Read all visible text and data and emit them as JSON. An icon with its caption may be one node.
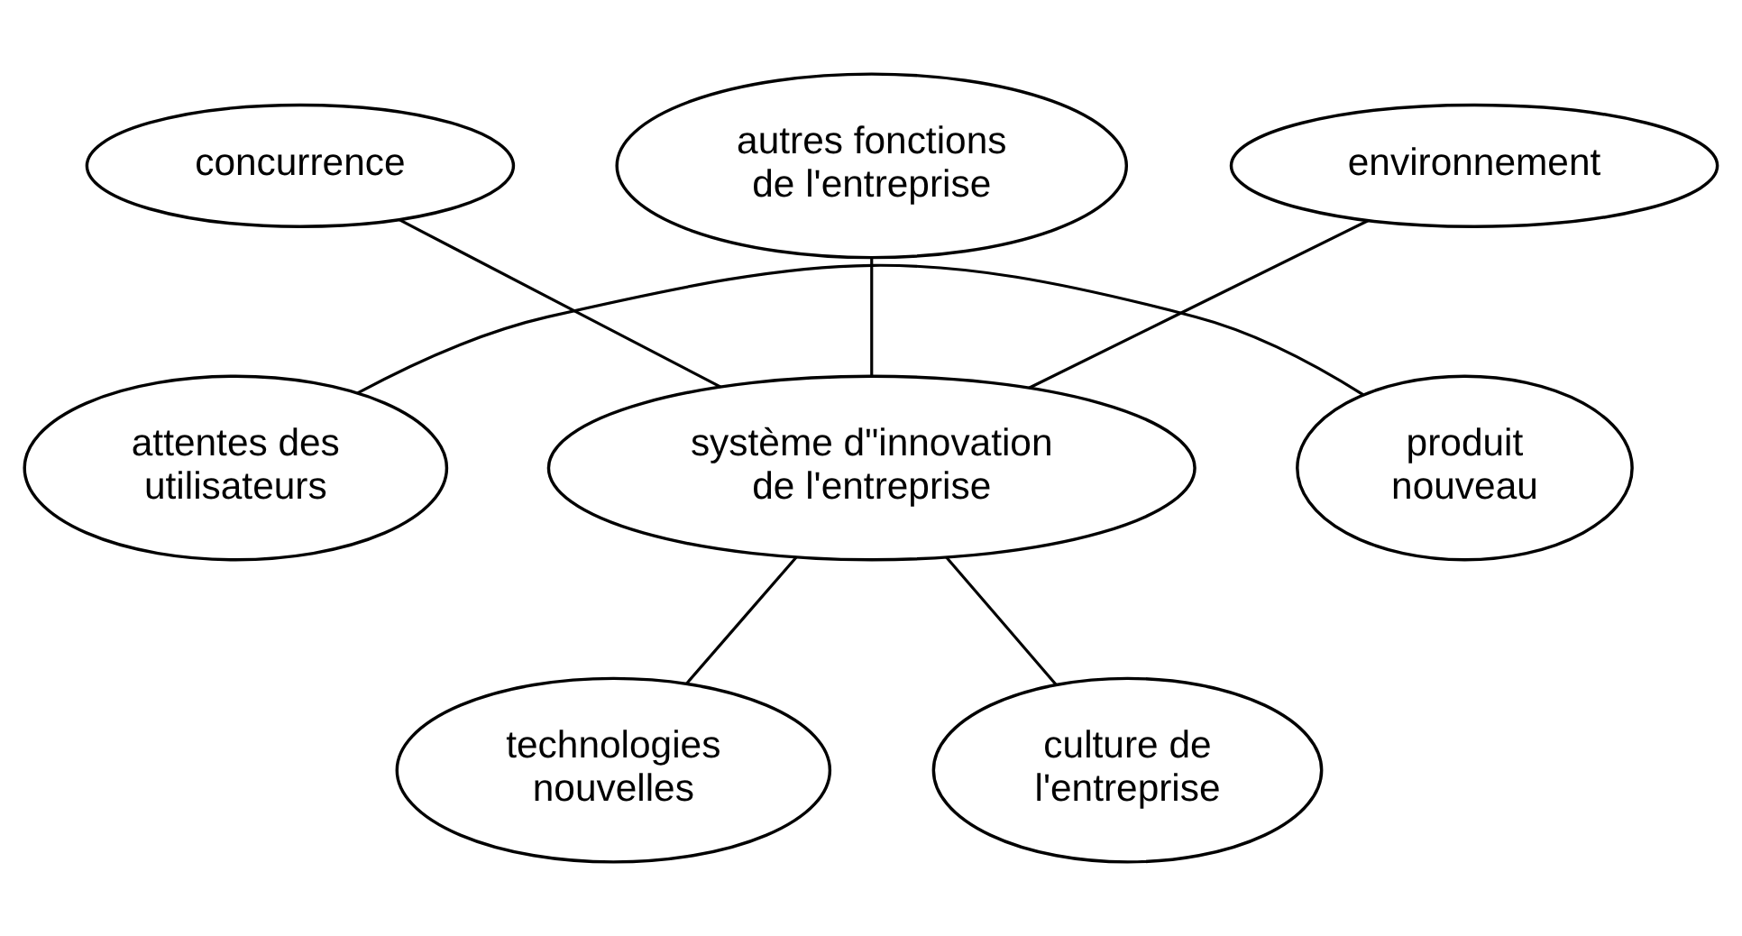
{
  "diagram": {
    "nodes": [
      {
        "text": [
          "autres fonctions de l'entreprise"
        ]
      },
      {
        "text": [
          "concurrence"
        ]
      },
      {
        "text": [
          "environnement"
        ]
      },
      {
        "text": [
          "attentes des utilisateurs"
        ]
      },
      {
        "text": [
          "système d\"innovation de l'entreprise"
        ]
      },
      {
        "text": [
          "produit nouveau"
        ]
      },
      {
        "text": [
          "technologies nouvelles"
        ]
      },
      {
        "text": [
          "culture de l'entreprise"
        ]
      }
    ],
    "edges": [
      {
        "from": 1,
        "to": 4,
        "arrow": "none"
      },
      {
        "from": 0,
        "to": 4,
        "arrow": "none"
      },
      {
        "from": 2,
        "to": 4,
        "arrow": "none"
      },
      {
        "from": 3,
        "to": 5,
        "arrow": "none"
      },
      {
        "from": 4,
        "to": 6,
        "arrow": "none"
      },
      {
        "from": 4,
        "to": 7,
        "arrow": "none"
      }
    ]
  }
}
